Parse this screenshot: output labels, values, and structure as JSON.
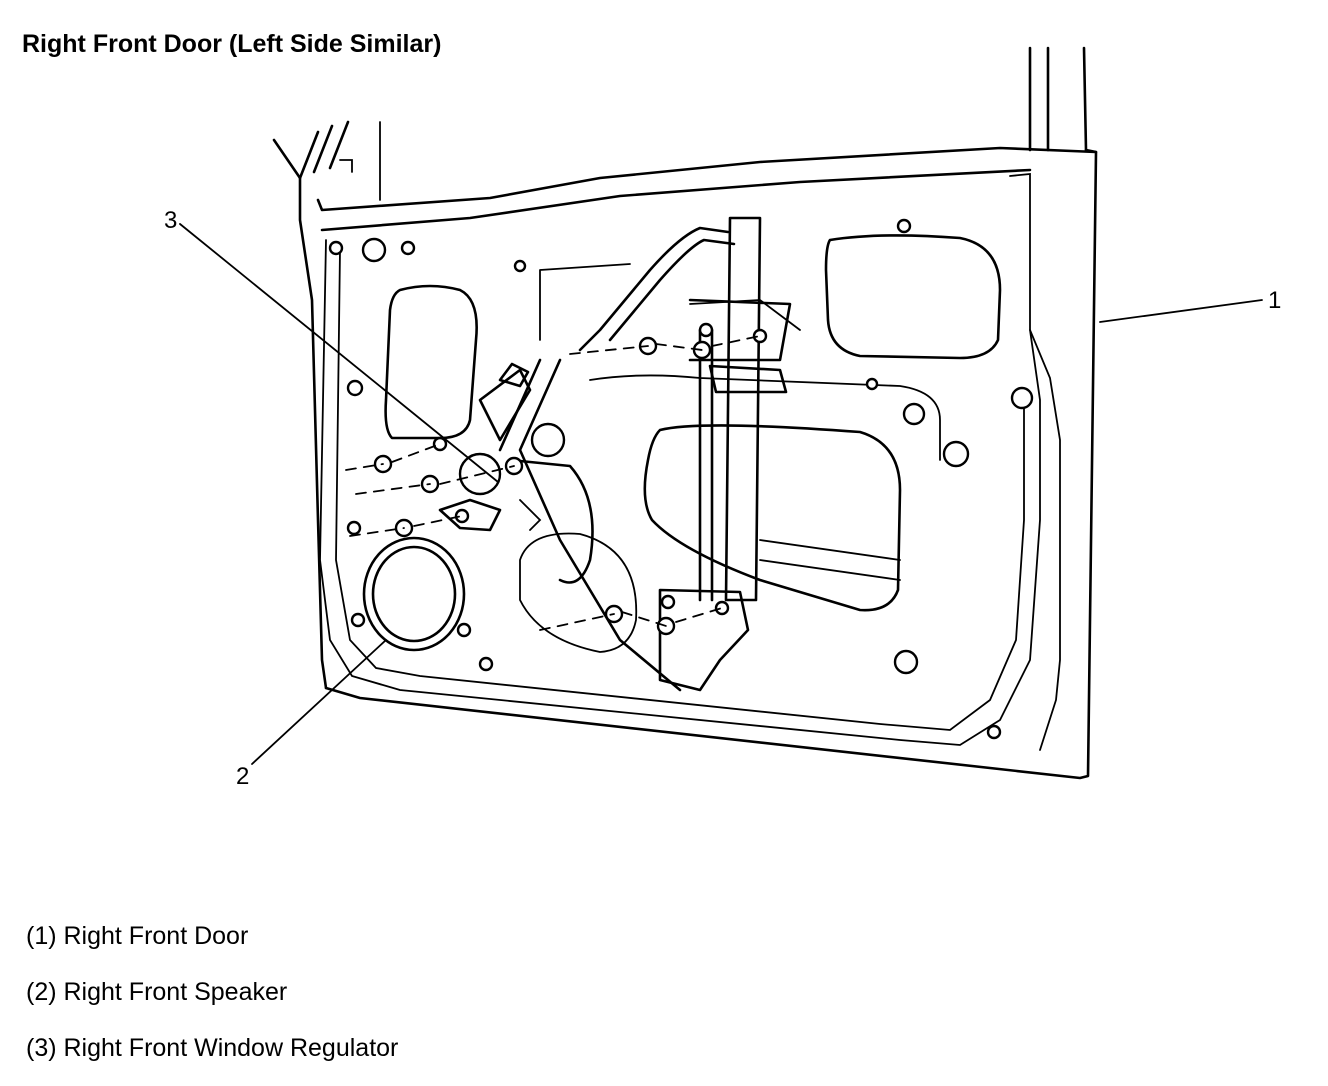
{
  "title": "Right Front Door (Left Side Similar)",
  "callouts": [
    {
      "id": "1",
      "label": "1"
    },
    {
      "id": "2",
      "label": "2"
    },
    {
      "id": "3",
      "label": "3"
    }
  ],
  "legend": [
    {
      "text": "(1) Right Front Door"
    },
    {
      "text": "(2) Right Front Speaker"
    },
    {
      "text": "(3) Right Front Window Regulator"
    }
  ]
}
